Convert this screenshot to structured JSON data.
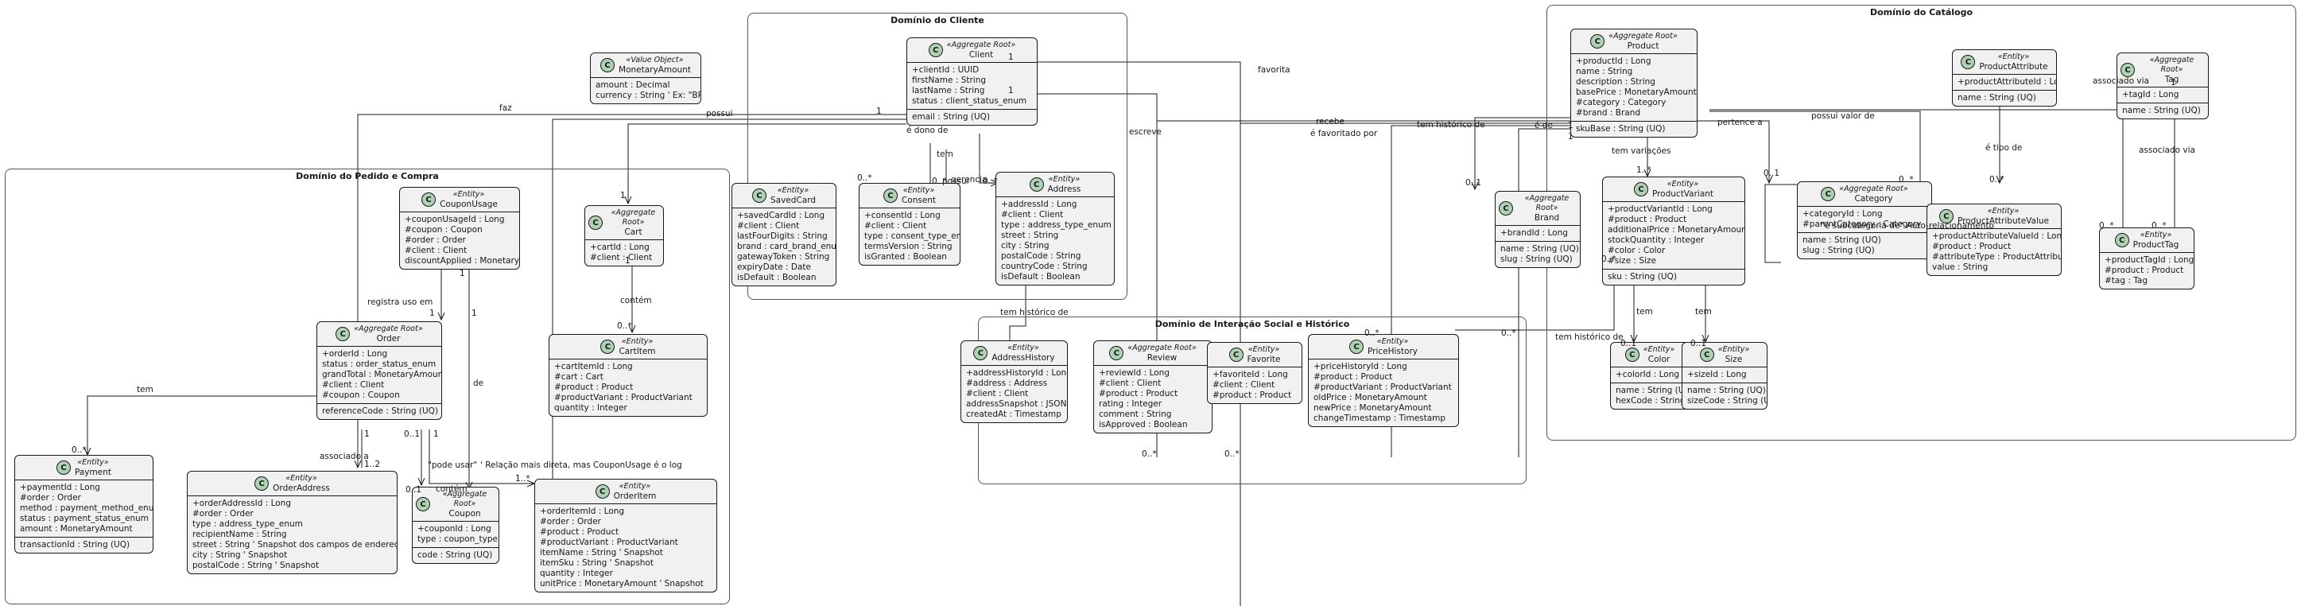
{
  "packages": {
    "cliente": "Domínio do Cliente",
    "catalogo": "Domínio do Catálogo",
    "pedido": "Domínio do Pedido e Compra",
    "interacao": "Domínio de Interação Social e Histórico"
  },
  "classes": {
    "monetary": {
      "badge": "C",
      "stereo": "«Value Object»",
      "name": "MonetaryAmount",
      "attrs": [
        "amount : Decimal",
        "currency : String ' Ex: \"BRL\""
      ],
      "ops": []
    },
    "client": {
      "badge": "C",
      "stereo": "«Aggregate Root»",
      "name": "Client",
      "attrs": [
        "+clientId : UUID",
        "firstName : String",
        "lastName : String",
        "status : client_status_enum"
      ],
      "ops": [
        "email : String (UQ)"
      ]
    },
    "savedcard": {
      "badge": "C",
      "stereo": "«Entity»",
      "name": "SavedCard",
      "attrs": [
        "+savedCardId : Long",
        "#client : Client",
        "lastFourDigits : String",
        "brand : card_brand_enum",
        "gatewayToken : String",
        "expiryDate : Date",
        "isDefault : Boolean"
      ],
      "ops": []
    },
    "consent": {
      "badge": "C",
      "stereo": "«Entity»",
      "name": "Consent",
      "attrs": [
        "+consentId : Long",
        "#client : Client",
        "type : consent_type_enum",
        "termsVersion : String",
        "isGranted : Boolean"
      ],
      "ops": []
    },
    "address": {
      "badge": "C",
      "stereo": "«Entity»",
      "name": "Address",
      "attrs": [
        "+addressId : Long",
        "#client : Client",
        "type : address_type_enum",
        "street : String",
        "city : String",
        "postalCode : String",
        "countryCode : String",
        "isDefault : Boolean"
      ],
      "ops": []
    },
    "product": {
      "badge": "C",
      "stereo": "«Aggregate Root»",
      "name": "Product",
      "attrs": [
        "+productId : Long",
        "name : String",
        "description : String",
        "basePrice : MonetaryAmount",
        "#category : Category",
        "#brand : Brand"
      ],
      "ops": [
        "skuBase : String (UQ)"
      ]
    },
    "productattribute": {
      "badge": "C",
      "stereo": "«Entity»",
      "name": "ProductAttribute",
      "attrs": [
        "+productAttributeId : Long"
      ],
      "ops": [
        "name : String (UQ)"
      ]
    },
    "tag": {
      "badge": "C",
      "stereo": "«Aggregate Root»",
      "name": "Tag",
      "attrs": [
        "+tagId : Long"
      ],
      "ops": [
        "name : String (UQ)"
      ]
    },
    "brand": {
      "badge": "C",
      "stereo": "«Aggregate Root»",
      "name": "Brand",
      "attrs": [
        "+brandId : Long"
      ],
      "ops": [
        "name : String (UQ)",
        "slug : String (UQ)"
      ]
    },
    "productvariant": {
      "badge": "C",
      "stereo": "«Entity»",
      "name": "ProductVariant",
      "attrs": [
        "+productVariantId : Long",
        "#product : Product",
        "additionalPrice : MonetaryAmount",
        "stockQuantity : Integer",
        "#color : Color",
        "#size : Size"
      ],
      "ops": [
        "sku : String (UQ)"
      ]
    },
    "category": {
      "badge": "C",
      "stereo": "«Aggregate Root»",
      "name": "Category",
      "attrs": [
        "+categoryId : Long",
        "#parentCategory : Category"
      ],
      "ops": [
        "name : String (UQ)",
        "slug : String (UQ)"
      ]
    },
    "productattributevalue": {
      "badge": "C",
      "stereo": "«Entity»",
      "name": "ProductAttributeValue",
      "attrs": [
        "+productAttributeValueId : Long",
        "#product : Product",
        "#attributeType : ProductAttribute",
        "value : String"
      ],
      "ops": []
    },
    "producttag": {
      "badge": "C",
      "stereo": "«Entity»",
      "name": "ProductTag",
      "attrs": [
        "+productTagId : Long",
        "#product : Product",
        "#tag : Tag"
      ],
      "ops": []
    },
    "color": {
      "badge": "C",
      "stereo": "«Entity»",
      "name": "Color",
      "attrs": [
        "+colorId : Long"
      ],
      "ops": [
        "name : String (UQ)",
        "hexCode : String (UQ)"
      ]
    },
    "size": {
      "badge": "C",
      "stereo": "«Entity»",
      "name": "Size",
      "attrs": [
        "+sizeId : Long"
      ],
      "ops": [
        "name : String (UQ)",
        "sizeCode : String (UQ)"
      ]
    },
    "couponusage": {
      "badge": "C",
      "stereo": "«Entity»",
      "name": "CouponUsage",
      "attrs": [
        "+couponUsageId : Long",
        "#coupon : Coupon",
        "#order : Order",
        "#client : Client",
        "discountApplied : MonetaryAmount"
      ],
      "ops": []
    },
    "cart": {
      "badge": "C",
      "stereo": "«Aggregate Root»",
      "name": "Cart",
      "attrs": [
        "+cartId : Long",
        "#client : Client"
      ],
      "ops": []
    },
    "cartitem": {
      "badge": "C",
      "stereo": "«Entity»",
      "name": "CartItem",
      "attrs": [
        "+cartItemId : Long",
        "#cart : Cart",
        "#product : Product",
        "#productVariant : ProductVariant",
        "quantity : Integer"
      ],
      "ops": []
    },
    "order": {
      "badge": "C",
      "stereo": "«Aggregate Root»",
      "name": "Order",
      "attrs": [
        "+orderId : Long",
        "status : order_status_enum",
        "grandTotal : MonetaryAmount",
        "#client : Client",
        "#coupon : Coupon"
      ],
      "ops": [
        "referenceCode : String (UQ)"
      ]
    },
    "payment": {
      "badge": "C",
      "stereo": "«Entity»",
      "name": "Payment",
      "attrs": [
        "+paymentId : Long",
        "#order : Order",
        "method : payment_method_enum",
        "status : payment_status_enum",
        "amount : MonetaryAmount"
      ],
      "ops": [
        "transactionId : String (UQ)"
      ]
    },
    "orderaddress": {
      "badge": "C",
      "stereo": "«Entity»",
      "name": "OrderAddress",
      "attrs": [
        "+orderAddressId : Long",
        "#order : Order",
        "type : address_type_enum",
        "recipientName : String",
        "street : String ' Snapshot dos campos de endereço",
        "city : String ' Snapshot",
        "postalCode : String ' Snapshot"
      ],
      "ops": []
    },
    "coupon": {
      "badge": "C",
      "stereo": "«Aggregate Root»",
      "name": "Coupon",
      "attrs": [
        "+couponId : Long",
        "type : coupon_type"
      ],
      "ops": [
        "code : String (UQ)"
      ]
    },
    "orderitem": {
      "badge": "C",
      "stereo": "«Entity»",
      "name": "OrderItem",
      "attrs": [
        "+orderItemId : Long",
        "#order : Order",
        "#product : Product",
        "#productVariant : ProductVariant",
        "itemName : String ' Snapshot",
        "itemSku : String ' Snapshot",
        "quantity : Integer",
        "unitPrice : MonetaryAmount ' Snapshot"
      ],
      "ops": []
    },
    "addresshistory": {
      "badge": "C",
      "stereo": "«Entity»",
      "name": "AddressHistory",
      "attrs": [
        "+addressHistoryId : Long",
        "#address : Address",
        "#client : Client",
        "addressSnapshot : JSONB",
        "createdAt : Timestamp"
      ],
      "ops": []
    },
    "review": {
      "badge": "C",
      "stereo": "«Aggregate Root»",
      "name": "Review",
      "attrs": [
        "+reviewId : Long",
        "#client : Client",
        "#product : Product",
        "rating : Integer",
        "comment : String",
        "isApproved : Boolean"
      ],
      "ops": []
    },
    "favorite": {
      "badge": "C",
      "stereo": "«Entity»",
      "name": "Favorite",
      "attrs": [
        "+favoriteId : Long",
        "#client : Client",
        "#product : Product"
      ],
      "ops": []
    },
    "pricehistory": {
      "badge": "C",
      "stereo": "«Entity»",
      "name": "PriceHistory",
      "attrs": [
        "+priceHistoryId : Long",
        "#product : Product",
        "#productVariant : ProductVariant",
        "oldPrice : MonetaryAmount",
        "newPrice : MonetaryAmount",
        "changeTimestamp : Timestamp"
      ],
      "ops": []
    }
  },
  "labels": {
    "faz": "faz",
    "favorita": "favorita",
    "possui_top": "possui",
    "escreve": "escreve",
    "recebe": "recebe",
    "eh_favoritado_por": "é favoritado por",
    "tem_historico_de_top": "tem histórico de",
    "e_de": "é de",
    "possui_valor_de": "possui valor de",
    "associado_via_1": "associado via",
    "associado_via_2": "associado via",
    "eh_tipo_de": "é tipo de",
    "pertence_a": "pertence a",
    "tem_variacoes": "tem variações",
    "auto_relacionamento": "\"é subcategoria de\" Auto-relacionamento",
    "eh_dono_de": "é dono de",
    "possui_card": "possui",
    "tem_consent": "tem",
    "gerencia": "gerencia",
    "registra_uso_em": "registra uso em",
    "contem_cart": "contém",
    "tem_historico_de_addr": "tem histórico de",
    "tem_payment": "tem",
    "associado_a": "associado a",
    "pode_usar": "\"pode usar\"",
    "relacao_direta": "' Relação mais direta, mas CouponUsage é o log",
    "contem_order": "contém",
    "de": "de",
    "tem_color": "tem",
    "tem_size": "tem",
    "tem_historico_de_price": "tem histórico de",
    "m_1": "1",
    "m_0n": "0..*",
    "m_01": "0..1",
    "m_1n": "1..*",
    "m_2": "2",
    "m_12": "1..2"
  }
}
